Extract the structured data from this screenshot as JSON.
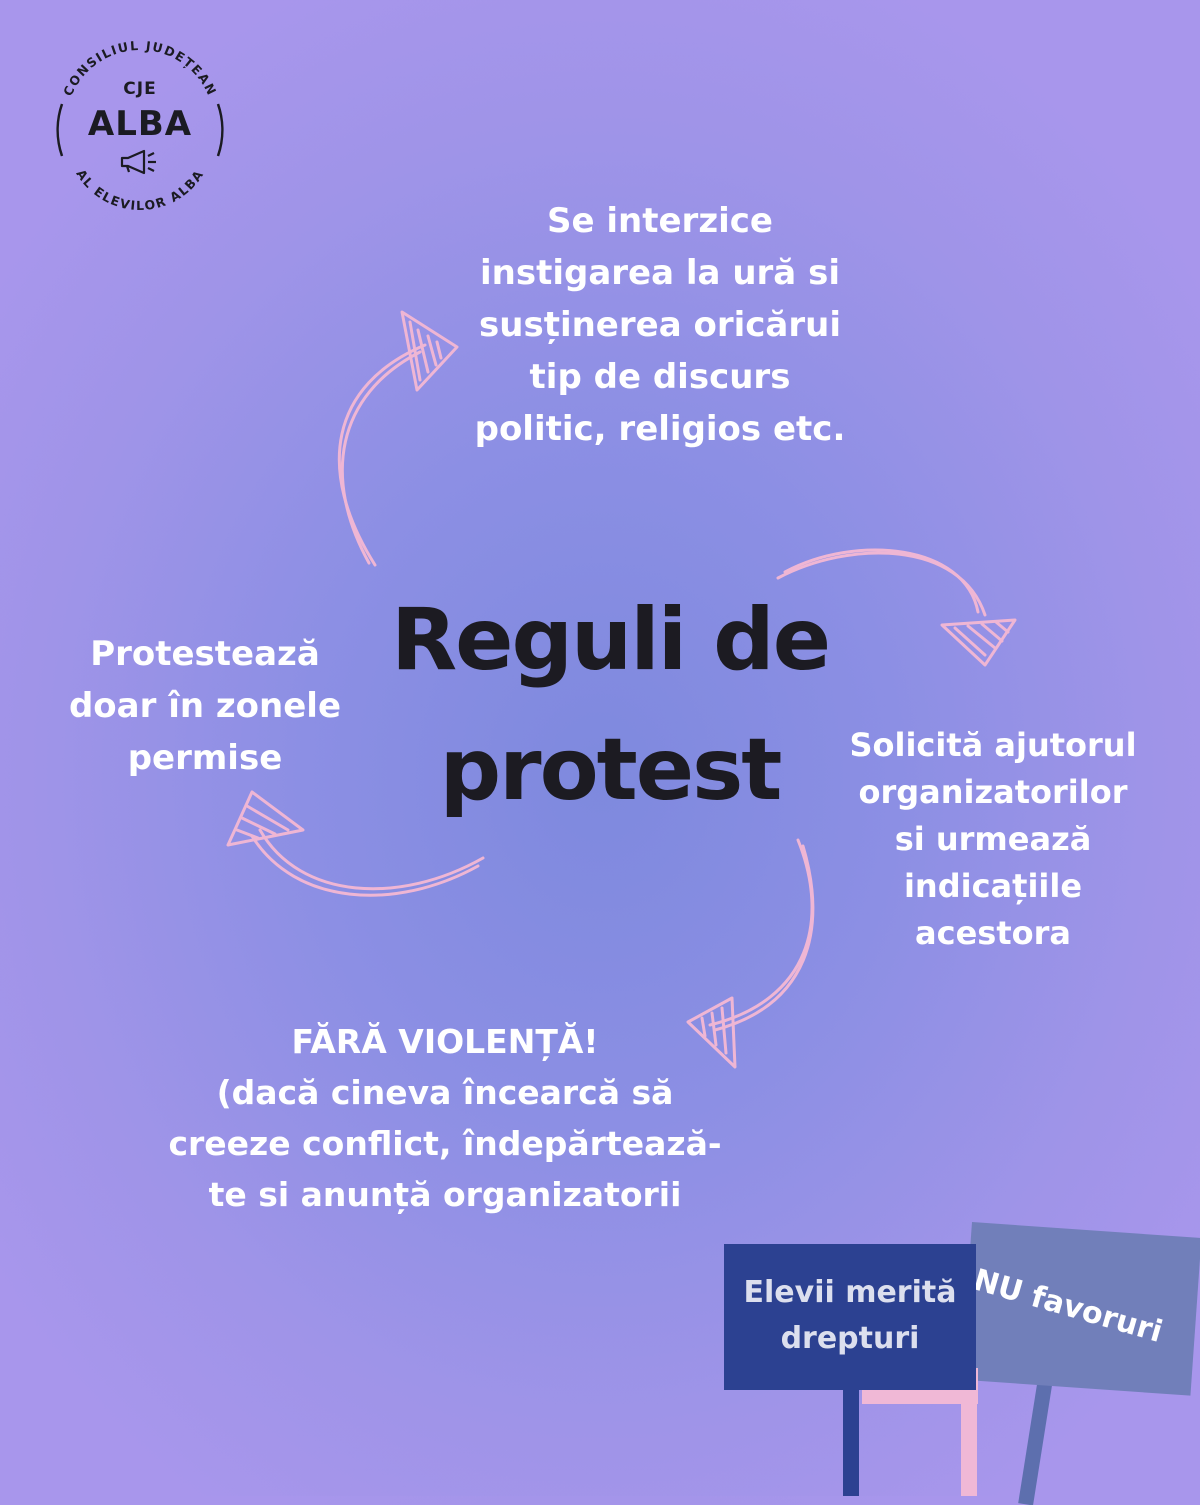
{
  "logo": {
    "top_arc": "CONSILIUL JUDEȚEAN",
    "bottom_arc": "AL ELEVILOR ALBA",
    "cje": "CJE",
    "alba": "ALBA",
    "icon": "megaphone-icon"
  },
  "title": {
    "line1": "Reguli de",
    "line2": "protest"
  },
  "rules": {
    "top": [
      "Se interzice",
      "instigarea la ură si",
      "susținerea oricărui",
      "tip de discurs",
      "politic, religios etc."
    ],
    "left": [
      "Protestează",
      "doar în zonele",
      "permise"
    ],
    "right": [
      "Solicită ajutorul",
      "organizatorilor",
      "si urmează",
      "indicațiile",
      "acestora"
    ],
    "bottom": [
      "FĂRĂ VIOLENȚĂ!",
      "(dacă cineva încearcă să",
      "creeze conflict, îndepărtează-",
      "te si anunță organizatorii"
    ]
  },
  "signs": {
    "front_line1": "Elevii merită",
    "front_line2": "drepturi",
    "back": "NU favoruri"
  },
  "colors": {
    "background": "#9a93e6",
    "arrows": "#efb6d4",
    "text": "#ffffff",
    "title": "#1c1b22",
    "sign_front": "#2c4191",
    "sign_back": "#717fba"
  }
}
